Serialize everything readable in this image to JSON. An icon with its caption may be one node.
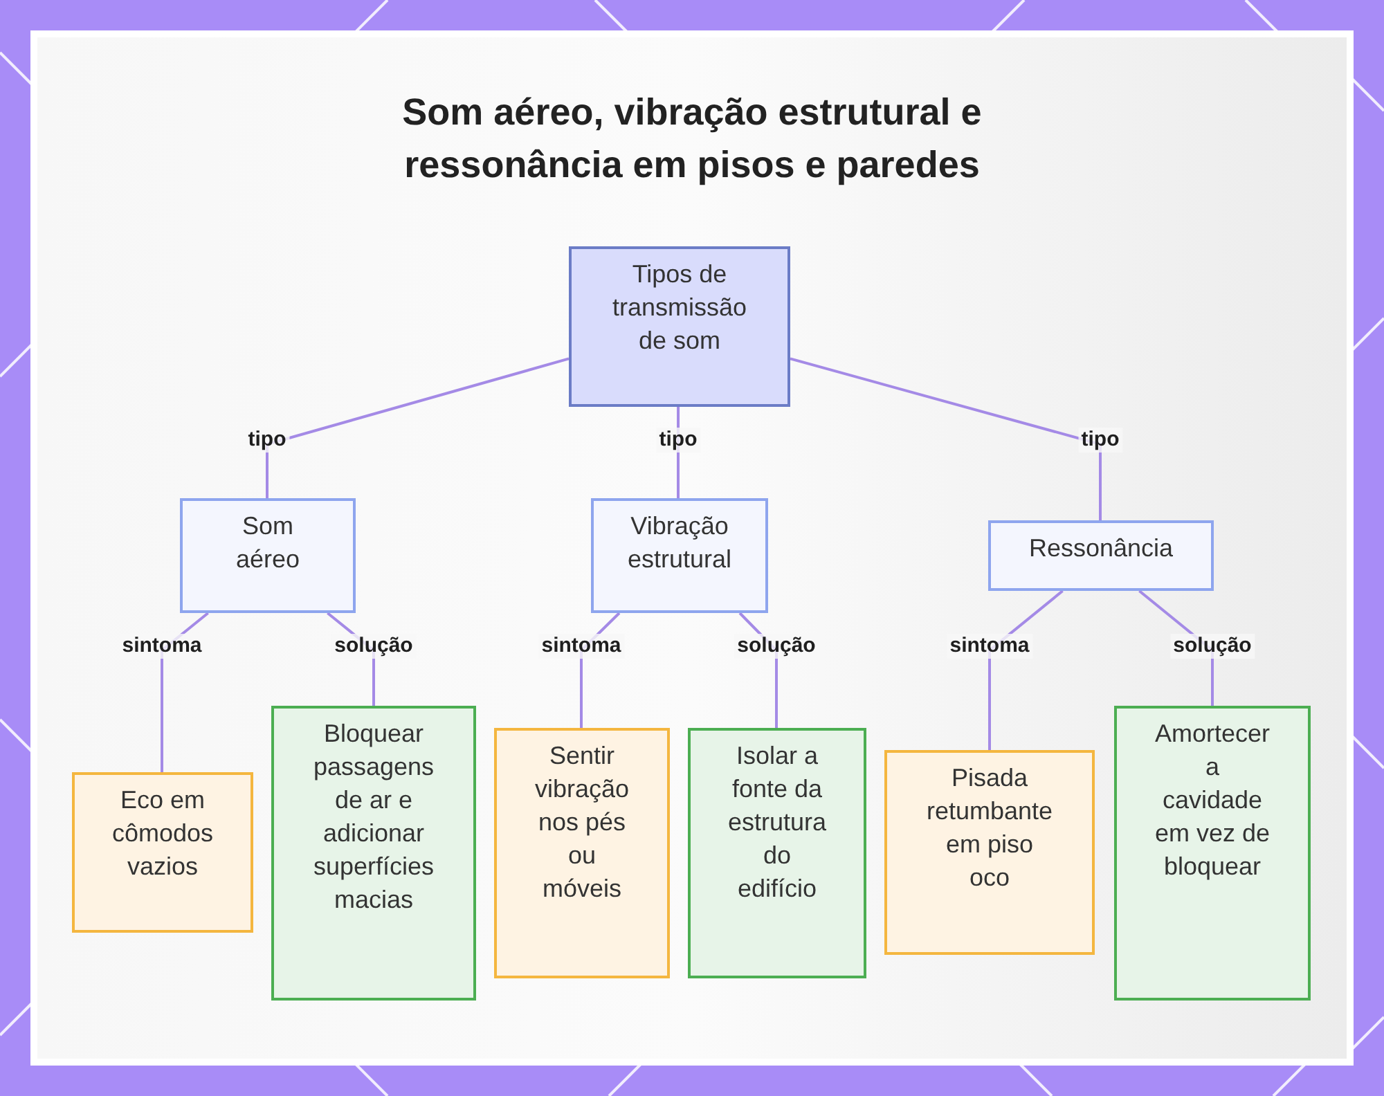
{
  "diagram": {
    "title": "Som aéreo, vibração estrutural e ressonância em pisos e paredes",
    "nodes": [
      {
        "text": [
          "Tipos de transmissão de som"
        ]
      },
      {
        "text": [
          "Som aéreo"
        ]
      },
      {
        "text": [
          "Vibração estrutural"
        ]
      },
      {
        "text": [
          "Ressonância"
        ]
      },
      {
        "text": [
          "Eco em cômodos vazios"
        ]
      },
      {
        "text": [
          "Bloquear passagens de ar e adicionar superfícies macias"
        ]
      },
      {
        "text": [
          "Sentir vibração nos pés ou móveis"
        ]
      },
      {
        "text": [
          "Isolar a fonte da estrutura do edifício"
        ]
      },
      {
        "text": [
          "Pisada retumbante em piso oco"
        ]
      },
      {
        "text": [
          "Amortecer a cavidade em vez de bloquear"
        ]
      }
    ],
    "edges": [
      {
        "from": 0,
        "to": 1,
        "arrow": "none",
        "label": "tipo"
      },
      {
        "from": 0,
        "to": 2,
        "arrow": "none",
        "label": "tipo"
      },
      {
        "from": 0,
        "to": 3,
        "arrow": "none",
        "label": "tipo"
      },
      {
        "from": 1,
        "to": 4,
        "arrow": "none",
        "label": "sintoma"
      },
      {
        "from": 1,
        "to": 5,
        "arrow": "none",
        "label": "solução"
      },
      {
        "from": 2,
        "to": 6,
        "arrow": "none",
        "label": "sintoma"
      },
      {
        "from": 2,
        "to": 7,
        "arrow": "none",
        "label": "solução"
      },
      {
        "from": 3,
        "to": 8,
        "arrow": "none",
        "label": "sintoma"
      },
      {
        "from": 3,
        "to": 9,
        "arrow": "none",
        "label": "solução"
      }
    ]
  }
}
